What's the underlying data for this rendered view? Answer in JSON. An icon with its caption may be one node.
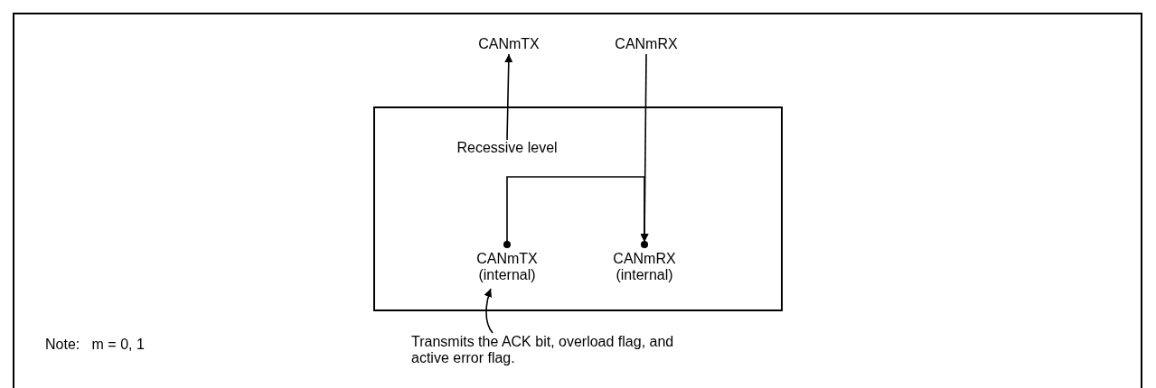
{
  "diagram": {
    "nodes": [
      {
        "text": [],
        "shape": "box"
      },
      {
        "text": [
          "CANmTX"
        ]
      },
      {
        "text": [
          "CANmRX"
        ]
      },
      {
        "text": [
          "Recessive level"
        ],
        "in": 0
      },
      {
        "text": [
          "CANmTX (internal)"
        ],
        "in": 0
      },
      {
        "text": [
          "CANmRX (internal)"
        ],
        "in": 0
      },
      {
        "text": [
          "Transmits the ACK bit, overload flag, and active error flag."
        ]
      }
    ],
    "edges": [
      {
        "from": 3,
        "to": 1,
        "arrow": "to"
      },
      {
        "from": 2,
        "to": 5,
        "arrow": "to"
      },
      {
        "from": 4,
        "to": 5,
        "arrow": "to"
      },
      {
        "from": 6,
        "to": 4,
        "arrow": "to"
      }
    ],
    "labels": [
      "Note:   m = 0, 1"
    ]
  }
}
